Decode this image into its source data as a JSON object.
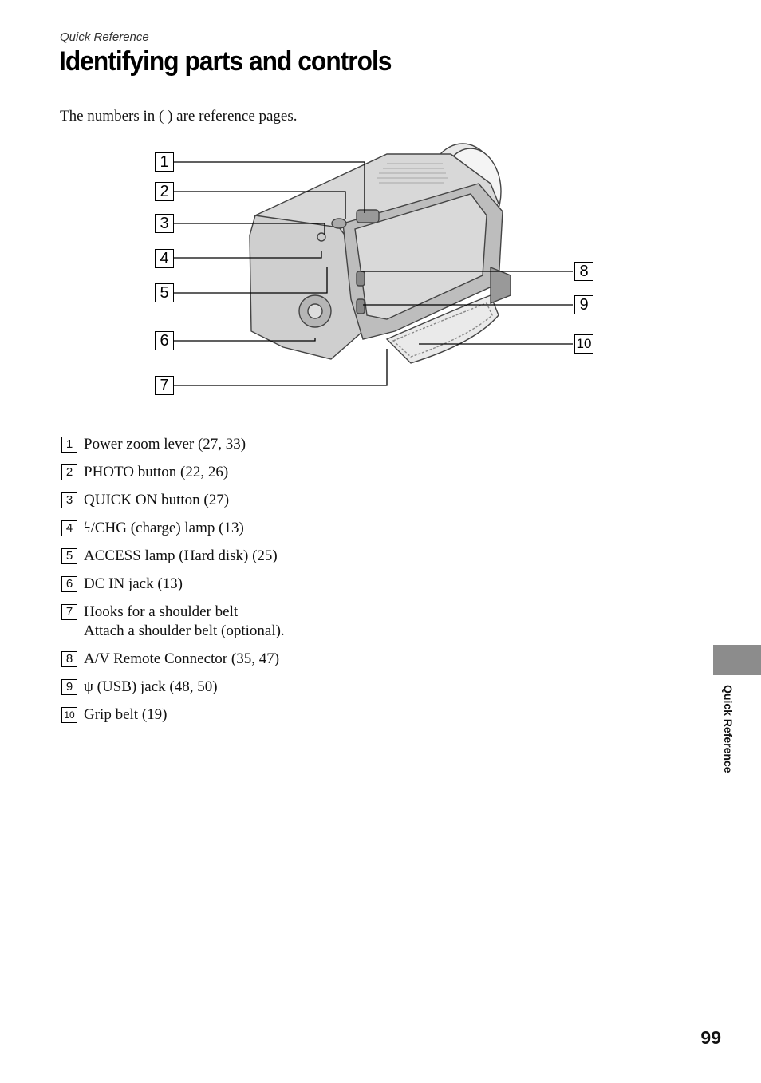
{
  "header": {
    "section": "Quick Reference",
    "title": "Identifying parts and controls"
  },
  "intro": "The numbers in ( ) are reference pages.",
  "callouts": [
    "1",
    "2",
    "3",
    "4",
    "5",
    "6",
    "7",
    "8",
    "9",
    "10"
  ],
  "legend": [
    {
      "num": "1",
      "text": "Power zoom lever (27, 33)"
    },
    {
      "num": "2",
      "text": "PHOTO button (22, 26)"
    },
    {
      "num": "3",
      "text": "QUICK ON button (27)"
    },
    {
      "num": "4",
      "text": "ϟ/CHG (charge) lamp (13)"
    },
    {
      "num": "5",
      "text": "ACCESS lamp (Hard disk) (25)"
    },
    {
      "num": "6",
      "text": "DC IN jack (13)"
    },
    {
      "num": "7",
      "text": "Hooks for a shoulder belt",
      "sub": "Attach a shoulder belt (optional)."
    },
    {
      "num": "8",
      "text": "A/V Remote Connector (35, 47)"
    },
    {
      "num": "9",
      "text": "ψ (USB) jack (48, 50)"
    },
    {
      "num": "10",
      "text": "Grip belt (19)"
    }
  ],
  "side_tab": {
    "label": "Quick Reference",
    "color": "#8c8c8c"
  },
  "page_number": "99"
}
